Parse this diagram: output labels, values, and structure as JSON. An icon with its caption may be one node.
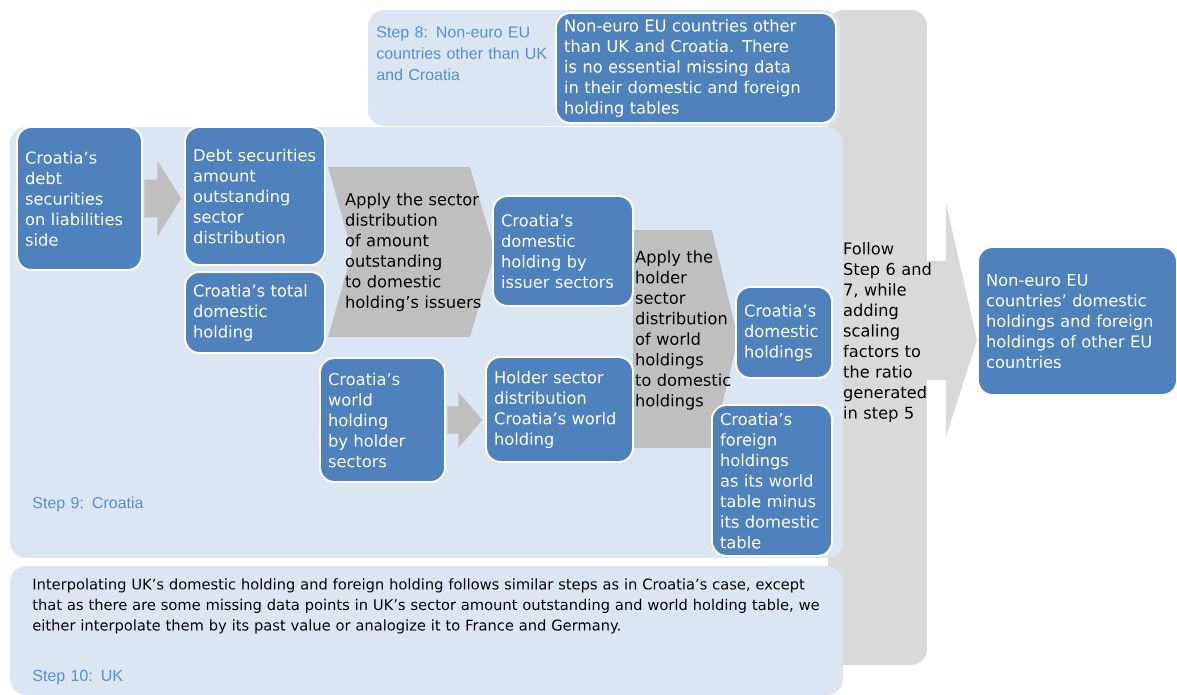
{
  "diagram": {
    "nodes": [
      {
        "text": [
          "Step 8: Non-euro EU countries other than UK and Croatia"
        ]
      },
      {
        "text": [
          "Non-euro EU countries other than UK and Croatia. There is no essential missing data in their domestic and foreign holding tables"
        ],
        "in": 0
      },
      {
        "text": [
          "Step 9: Croatia"
        ]
      },
      {
        "text": [
          "Croatia’s debt securities on liabilities side"
        ],
        "in": 2
      },
      {
        "text": [
          "Debt securities amount outstanding sector distribution"
        ],
        "in": 2
      },
      {
        "text": [
          "Croatia’s total domestic holding"
        ],
        "in": 2
      },
      {
        "text": [
          "Apply the sector distribution of amount outstanding to domestic holding’s issuers"
        ],
        "in": 2
      },
      {
        "text": [
          "Croatia’s domestic holding by issuer sectors"
        ],
        "in": 2
      },
      {
        "text": [
          "Croatia’s world holding by holder sectors"
        ],
        "in": 2
      },
      {
        "text": [
          "Holder sector distribution Croatia’s world holding"
        ],
        "in": 2
      },
      {
        "text": [
          "Apply the holder sector distribution of world holdings to domestic holdings"
        ],
        "in": 2
      },
      {
        "text": [
          "Croatia’s domestic holdings"
        ],
        "in": 2
      },
      {
        "text": [
          "Croatia’s foreign holdings as its world table minus its domestic table"
        ],
        "in": 2
      },
      {
        "text": [
          "Interpolating UK’s domestic holding and foreign holding follows similar steps as in Croatia’s case, except that as there are some missing data points in UK’s sector amount outstanding and world holding table, we either interpolate them by its past value or analogize it to France and Germany.",
          "Step 10: UK"
        ]
      },
      {
        "text": [
          "Follow Step 6 and 7, while adding scaling factors to the ratio generated in step 5"
        ]
      },
      {
        "text": [
          "Non-euro EU countries’ domestic holdings and foreign holdings of other EU countries"
        ]
      }
    ],
    "edges": [
      {
        "from": 3,
        "to": 4,
        "arrow": "to"
      },
      {
        "from": 8,
        "to": 9,
        "arrow": "to"
      }
    ]
  }
}
